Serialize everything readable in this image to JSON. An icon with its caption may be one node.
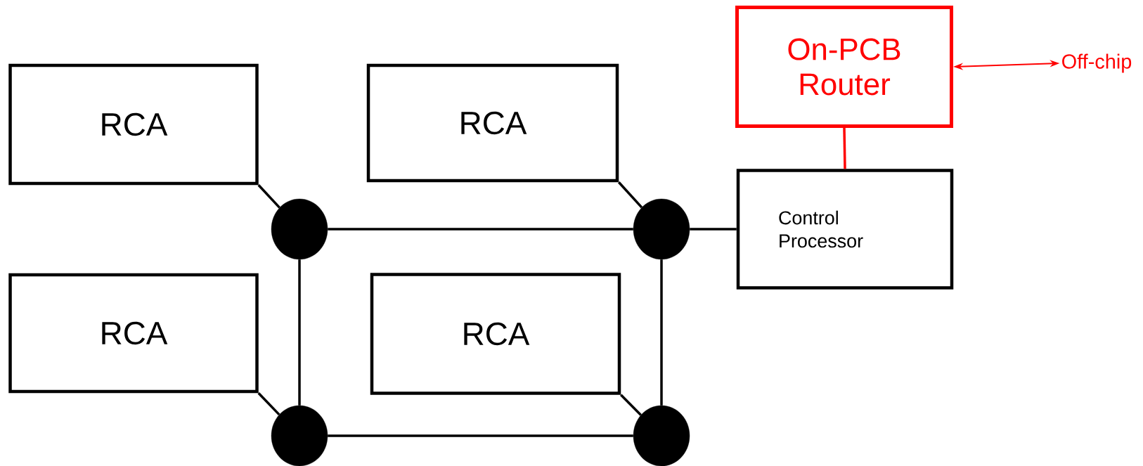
{
  "diagram": {
    "nodes": [
      {
        "text": [
          "RCA"
        ]
      },
      {
        "text": [
          "RCA"
        ]
      },
      {
        "text": [
          "On-PCB Router"
        ]
      },
      {
        "text": [
          "Off-chip"
        ]
      },
      {
        "text": [
          "Control Processor"
        ]
      },
      {
        "text": [
          "RCA"
        ]
      },
      {
        "text": [
          "RCA"
        ]
      },
      {
        "text": [],
        "shape": "circle"
      },
      {
        "text": [],
        "shape": "circle"
      },
      {
        "text": [],
        "shape": "circle"
      },
      {
        "text": [],
        "shape": "circle"
      }
    ],
    "edges": [
      {
        "from": 0,
        "to": 7,
        "arrow": "none"
      },
      {
        "from": 1,
        "to": 8,
        "arrow": "none"
      },
      {
        "from": 2,
        "to": 3,
        "arrow": "both",
        "color": "#ff0000"
      },
      {
        "from": 2,
        "to": 4,
        "arrow": "none",
        "color": "#ff0000"
      },
      {
        "from": 7,
        "to": 8,
        "arrow": "none"
      },
      {
        "from": 8,
        "to": 4,
        "arrow": "none"
      },
      {
        "from": 5,
        "to": 9,
        "arrow": "none"
      },
      {
        "from": 6,
        "to": 10,
        "arrow": "none"
      },
      {
        "from": 7,
        "to": 9,
        "arrow": "none"
      },
      {
        "from": 8,
        "to": 10,
        "arrow": "none"
      },
      {
        "from": 9,
        "to": 10,
        "arrow": "none"
      }
    ]
  }
}
